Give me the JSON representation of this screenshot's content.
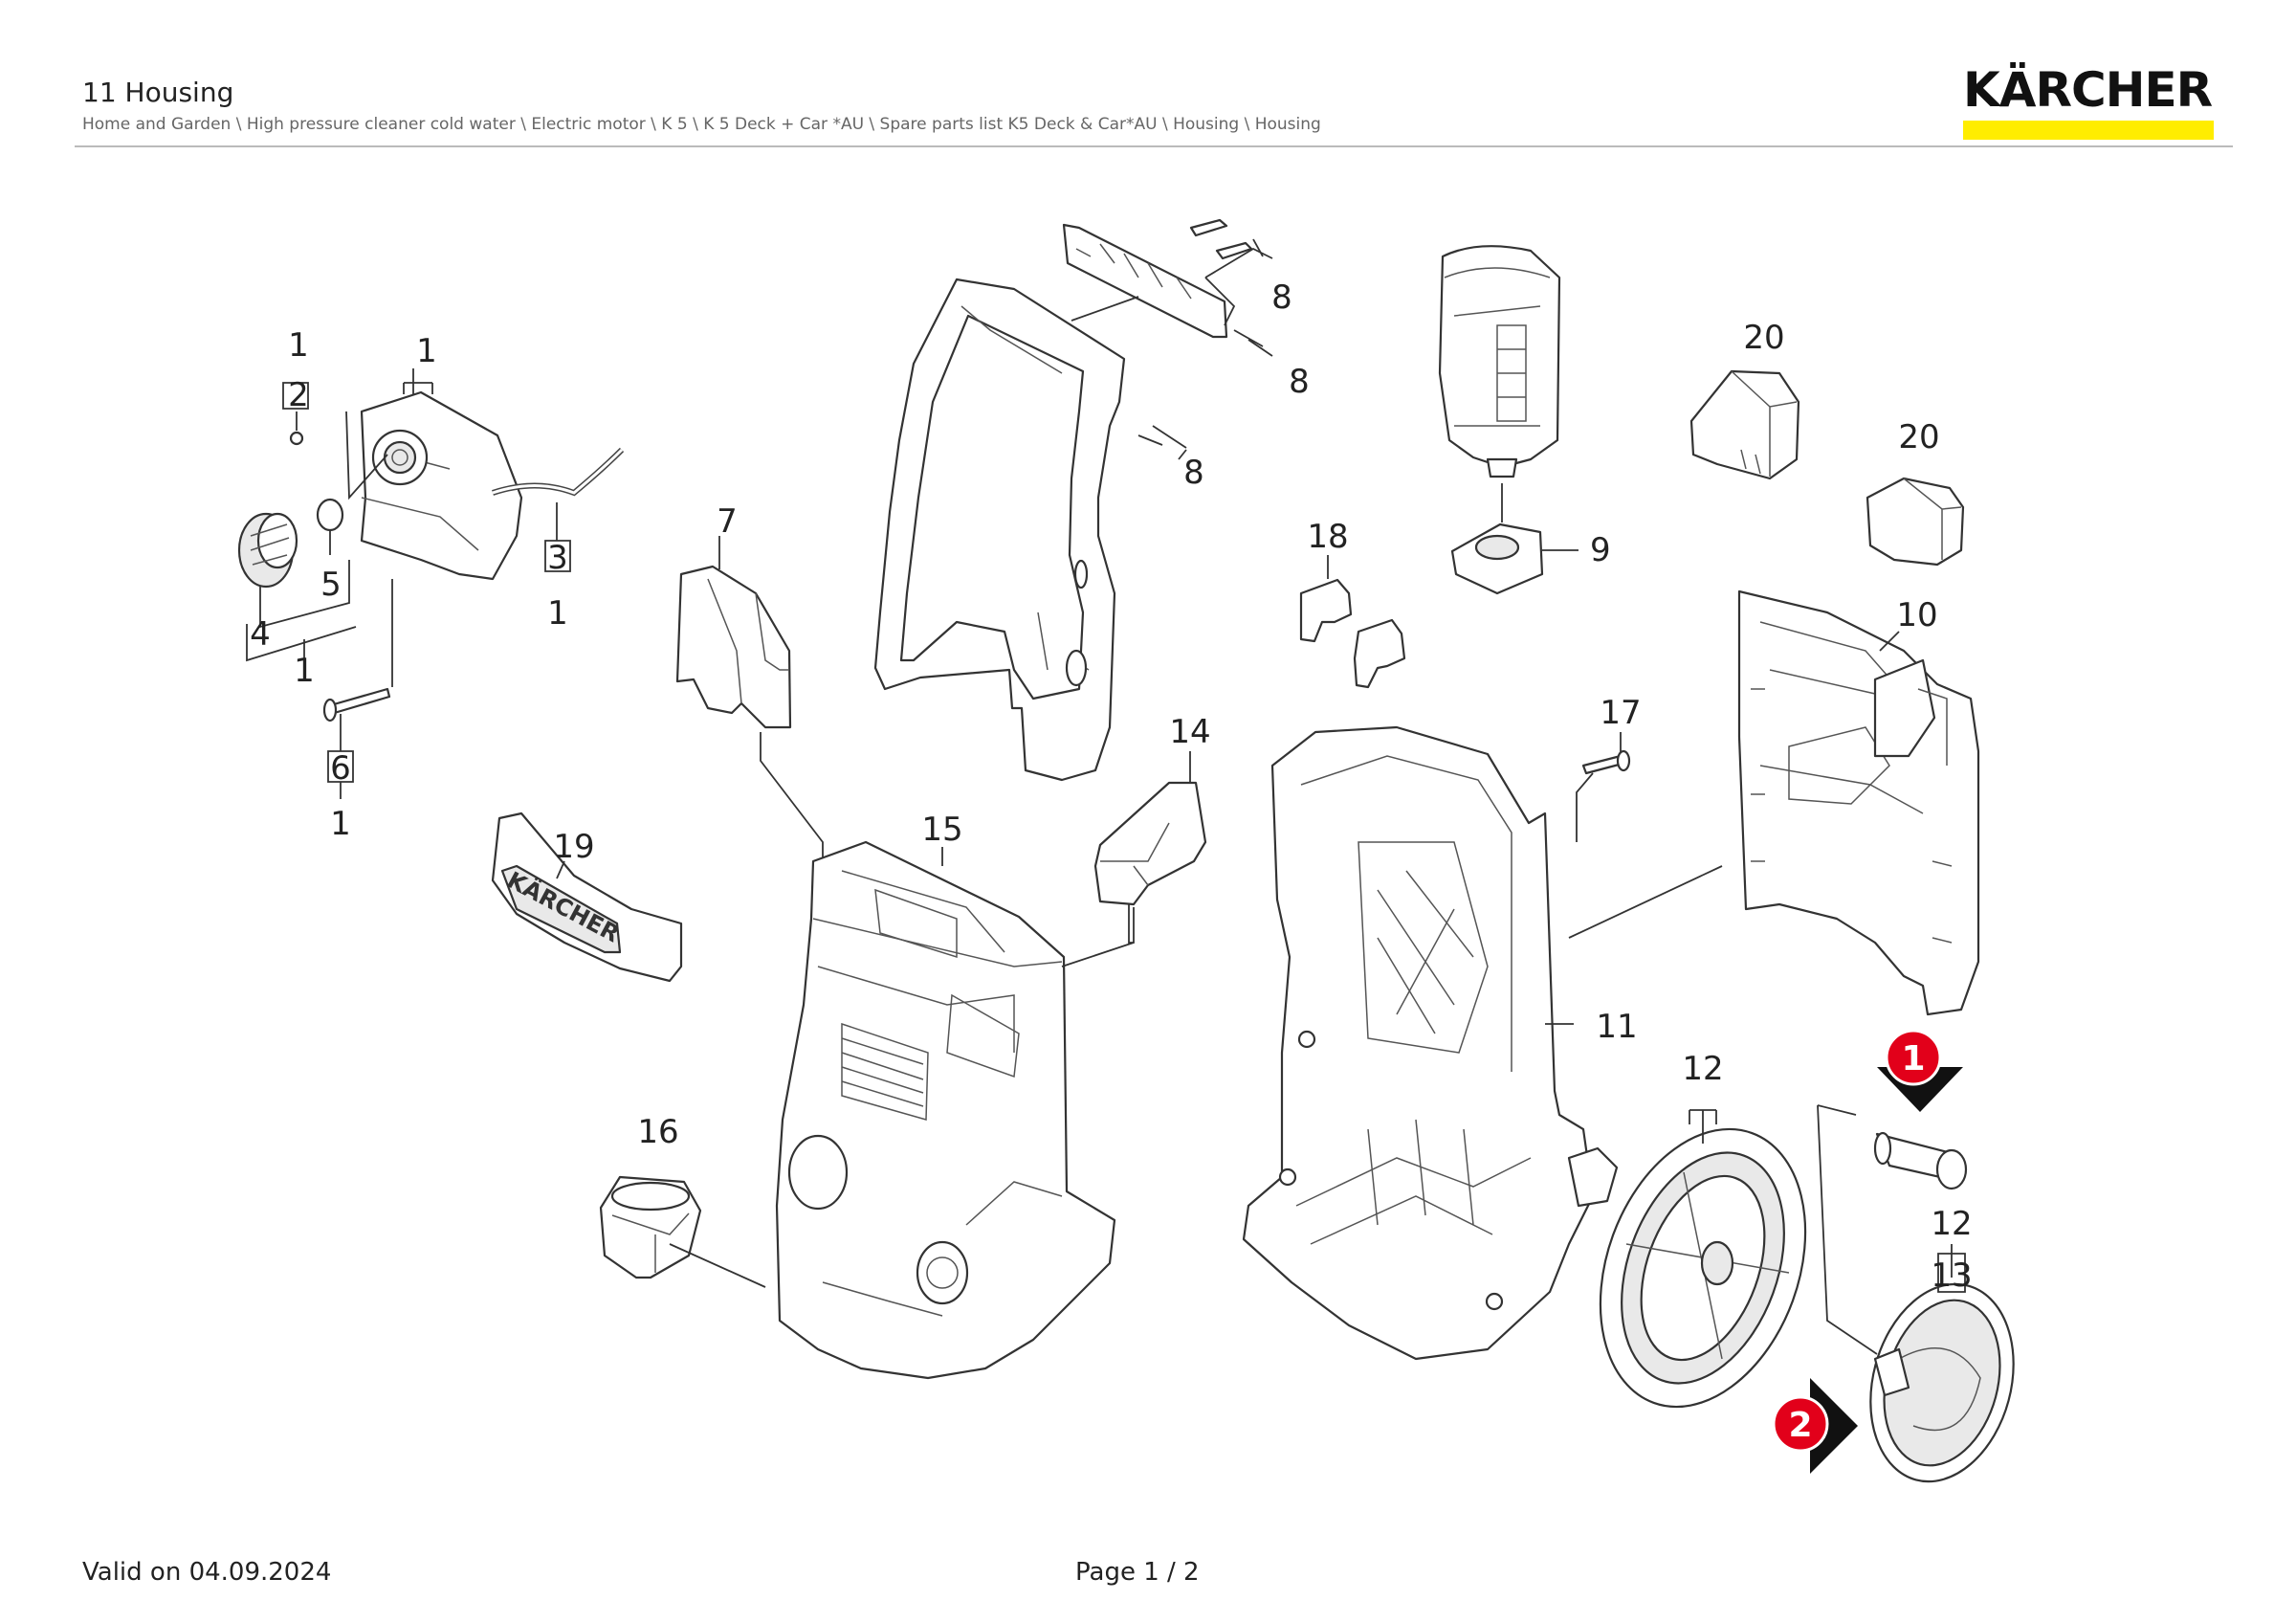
{
  "header": {
    "title": "11 Housing",
    "breadcrumb": "Home and Garden \\ High pressure cleaner cold water \\ Electric motor \\ K 5 \\ K 5 Deck + Car *AU \\ Spare parts list K5 Deck & Car*AU \\ Housing \\ Housing"
  },
  "logo": {
    "text": "KÄRCHER",
    "bar_color": "#ffed00"
  },
  "diagram": {
    "callouts": {
      "c1a": "1",
      "c1b": "1",
      "c1c": "1",
      "c1d": "1",
      "c1e": "1",
      "c2": "2",
      "c3": "3",
      "c4": "4",
      "c5": "5",
      "c6": "6",
      "c7": "7",
      "c8a": "8",
      "c8b": "8",
      "c8c": "8",
      "c9": "9",
      "c10": "10",
      "c11": "11",
      "c12a": "12",
      "c12b": "12",
      "c13": "13",
      "c14": "14",
      "c15": "15",
      "c16": "16",
      "c17": "17",
      "c18": "18",
      "c19": "19",
      "c20a": "20",
      "c20b": "20"
    },
    "markers": {
      "m1": "1",
      "m2": "2",
      "marker_color": "#e2001a"
    },
    "bumper_text": "KÄRCHER"
  },
  "footer": {
    "valid": "Valid on 04.09.2024",
    "page": "Page 1 / 2"
  }
}
